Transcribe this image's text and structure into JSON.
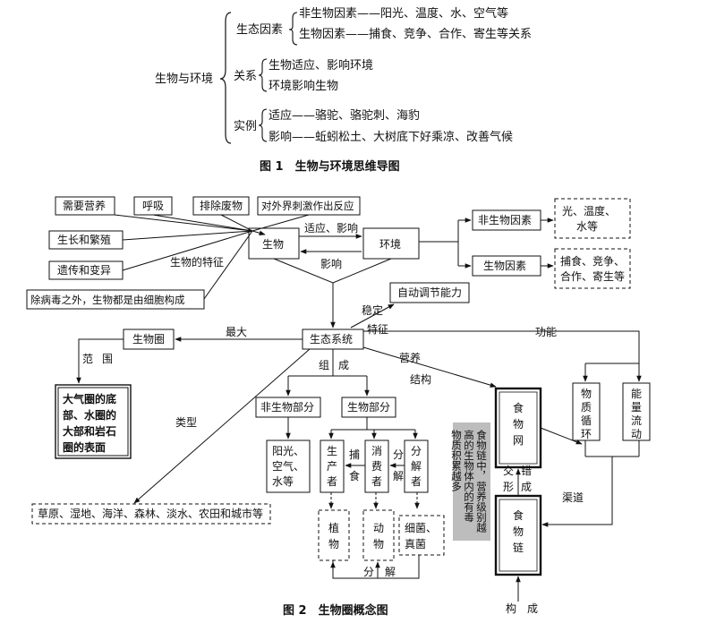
{
  "fig1": {
    "root": "生物与环境",
    "eco_factors": "生态因素",
    "abiotic_line": "非生物因素——阳光、温度、水、空气等",
    "biotic_line": "生物因素——捕食、竞争、合作、寄生等关系",
    "relation": "关系",
    "relation_1": "生物适应、影响环境",
    "relation_2": "环境影响生物",
    "examples": "实例",
    "example_1": "适应——骆驼、骆驼刺、海豹",
    "example_2": "影响——蚯蚓松土、大树底下好乘凉、改善气候",
    "caption": "图 1　生物与环境思维导图"
  },
  "fig2": {
    "nutrients": "需要营养",
    "breathing": "呼吸",
    "excretion": "排除废物",
    "stimulus": "对外界刺激作出反应",
    "growth": "生长和繁殖",
    "heredity": "遗传和变异",
    "cells": "除病毒之外，生物都是由细胞构成",
    "traits_label": "生物的特征",
    "organism": "生物",
    "environment": "环境",
    "adapt_influence": "适应、影响",
    "influence": "影响",
    "abiotic": "非生物因素",
    "abiotic_examples": [
      "光、温度、",
      "水等"
    ],
    "biotic": "生物因素",
    "biotic_examples": [
      "捕食、竞争、",
      "合作、寄生等"
    ],
    "self_regulation": "自动调节能力",
    "stable": "稳定",
    "feature": "特征",
    "ecosystem": "生态系统",
    "biosphere": "生物圈",
    "largest": "最大",
    "scope": [
      "范",
      "围"
    ],
    "biosphere_def": [
      "大气圈的底",
      "部、水圈的",
      "大部和岩石",
      "圈的表面"
    ],
    "types_label": "类型",
    "types_list": "草原、湿地、海洋、森林、淡水、农田和城市等",
    "composition": [
      "组",
      "成"
    ],
    "abiotic_part": "非生物部分",
    "biotic_part": "生物部分",
    "abiotic_part_examples": [
      "阳光、",
      "空气、",
      "水等"
    ],
    "producer": [
      "生",
      "产",
      "者"
    ],
    "consumer": [
      "消",
      "费",
      "者"
    ],
    "decomposer": [
      "分",
      "解",
      "者"
    ],
    "predation": [
      "捕",
      "食"
    ],
    "decompose_v": [
      "分",
      "解"
    ],
    "plant": [
      "植",
      "物"
    ],
    "animal": [
      "动",
      "物"
    ],
    "microbes": [
      "细菌、",
      "真菌"
    ],
    "decompose_h": "分　解",
    "nutrition": "营养",
    "structure": "结构",
    "function": "功能",
    "material_cycle": [
      "物",
      "质",
      "循",
      "环"
    ],
    "energy_flow": [
      "能",
      "量",
      "流",
      "动"
    ],
    "channel": "渠道",
    "food_web": [
      "食",
      "物",
      "网"
    ],
    "food_chain": [
      "食",
      "物",
      "链"
    ],
    "interlace": [
      "交",
      "错"
    ],
    "form": [
      "形",
      "成"
    ],
    "form_bottom": "构　成",
    "toxin_note": [
      "食物链中，营养级别越",
      "高的生物体内的有毒",
      "物质积累越多"
    ],
    "caption": "图 2　生物圈概念图"
  }
}
